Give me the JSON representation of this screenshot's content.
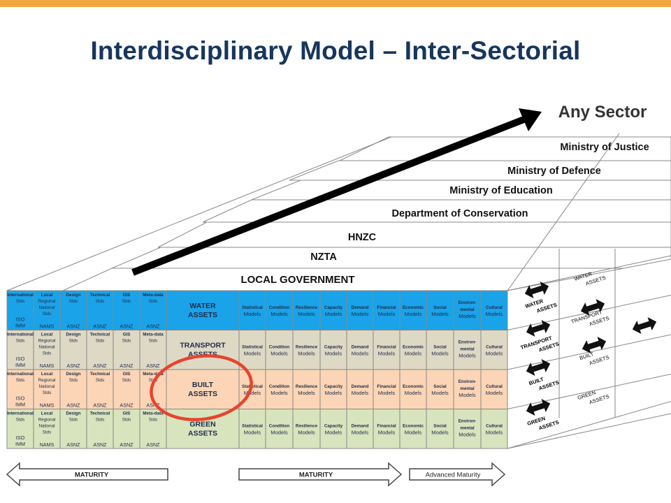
{
  "title": "Interdisciplinary Model – Inter-Sectorial",
  "any_sector": "Any Sector",
  "sectors": [
    "Ministry of Justice",
    "Ministry of Defence",
    "Ministry of Education",
    "Department of Conservation",
    "HNZC",
    "NZTA",
    "LOCAL GOVERNMENT"
  ],
  "left_columns": [
    {
      "top": [
        "International",
        "Stds"
      ],
      "bottom": [
        "ISO",
        "IMM"
      ]
    },
    {
      "top": [
        "Local",
        "Regional",
        "National",
        "Stds"
      ],
      "bottom": [
        "NAMS"
      ]
    },
    {
      "top": [
        "Design",
        "Stds"
      ],
      "bottom": [
        "ASNZ"
      ]
    },
    {
      "top": [
        "Technical",
        "Stds"
      ],
      "bottom": [
        "ASNZ"
      ]
    },
    {
      "top": [
        "GIS",
        "Stds"
      ],
      "bottom": [
        "ASNZ"
      ]
    },
    {
      "top": [
        "Meta-data",
        "Stds"
      ],
      "bottom": [
        "ASNZ"
      ]
    }
  ],
  "rows": [
    {
      "name": [
        "WATER",
        "ASSETS"
      ],
      "color": "#1aa3e8",
      "side_label": [
        "WATER",
        "ASSETS"
      ]
    },
    {
      "name": [
        "TRANSPORT",
        "ASSETS"
      ],
      "color": "#ddd9c4",
      "side_label": [
        "TRANSPORT",
        "ASSETS"
      ]
    },
    {
      "name": [
        "BUILT",
        "ASSETS"
      ],
      "color": "#fbd5b5",
      "side_label": [
        "BUILT",
        "ASSETS"
      ]
    },
    {
      "name": [
        "GREEN",
        "ASSETS"
      ],
      "color": "#d7e4bd",
      "side_label": [
        "GREEN",
        "ASSETS"
      ]
    }
  ],
  "right_columns": [
    [
      "Statistical",
      "Models"
    ],
    [
      "Condition",
      "Models"
    ],
    [
      "Resilience",
      "Models"
    ],
    [
      "Capacity",
      "Models"
    ],
    [
      "Demand",
      "Models"
    ],
    [
      "Financial",
      "Models"
    ],
    [
      "Economic",
      "Models"
    ],
    [
      "Social",
      "Models"
    ],
    [
      "Environ-",
      "mental",
      "Models"
    ],
    [
      "Cultural",
      "Models"
    ]
  ],
  "back_face_labels": [
    [
      "WATER",
      "ASSETS"
    ],
    [
      "TRANSPORT",
      "ASSETS"
    ],
    [
      "BUILT",
      "ASSETS"
    ],
    [
      "GREEN",
      "ASSETS"
    ]
  ],
  "maturity_arrows": [
    "MATURITY",
    "MATURITY",
    "Advanced Maturity"
  ],
  "colors": {
    "accent": "#f2a640",
    "title": "#17365d",
    "highlight": "#e8432e"
  }
}
